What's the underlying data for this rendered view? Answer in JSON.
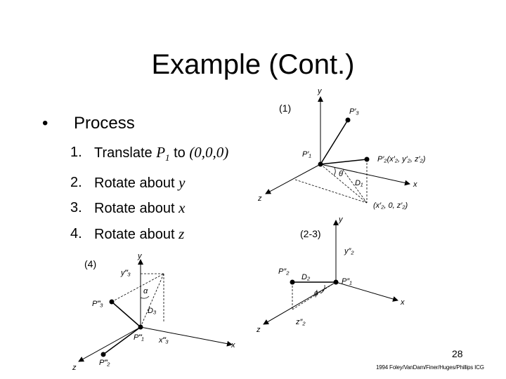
{
  "title": "Example (Cont.)",
  "bullet": {
    "glyph": "•",
    "text": "Process"
  },
  "steps": [
    {
      "num": "1.",
      "pre": "Translate ",
      "p": "P",
      "sub": "1",
      "mid": " to ",
      "post": "(0,0,0)"
    },
    {
      "num": "2.",
      "text": "Rotate about ",
      "axis": "y"
    },
    {
      "num": "3.",
      "text": "Rotate about ",
      "axis": "x"
    },
    {
      "num": "4.",
      "text": "Rotate about ",
      "axis": "z"
    }
  ],
  "diagram_labels": {
    "d1": "(1)",
    "d23": "(2-3)",
    "d4": "(4)"
  },
  "diagram1": {
    "y": "y",
    "x": "x",
    "z": "z",
    "p3": "P′₃",
    "p1": "P′₁",
    "p2": "P′₂(x′₂, y′₂, z′₂)",
    "theta": "θ",
    "d1": "D₁",
    "proj": "(x′₂, 0, z′₂)"
  },
  "diagram2": {
    "y": "y",
    "x": "x",
    "z": "z",
    "y2": "y″₂",
    "p2": "P″₂",
    "d2": "D₂",
    "p1": "P″₁",
    "phi": "ϕ",
    "z2": "z″₂"
  },
  "diagram3": {
    "y": "y",
    "x": "x",
    "z": "z",
    "y3": "y‴₃",
    "alpha": "α",
    "p3": "P‴₃",
    "d3": "D₃",
    "p1": "P‴₁",
    "x3": "x‴₃",
    "p2": "P‴₂"
  },
  "page_number": "28",
  "credit": "1994 Foley/VanDam/Finer/Huges/Phillips ICG"
}
